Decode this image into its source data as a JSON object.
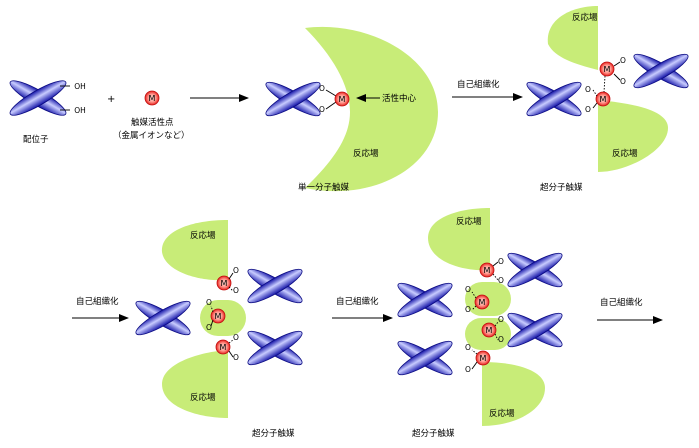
{
  "labels": {
    "oh": "OH",
    "o": "O",
    "m": "M",
    "plus": "+",
    "ligand": "配位子",
    "catalyst_line1": "触媒活性点",
    "catalyst_line2": "（金属イオンなど）",
    "active_center": "活性中心",
    "reaction_field": "反応場",
    "self_assembly": "自己組織化",
    "single_molecule_catalyst": "単一分子触媒",
    "supramolecular_catalyst": "超分子触媒"
  },
  "colors": {
    "ellipse_dark": "#1a1ab0",
    "ellipse_light": "#c8ccff",
    "metal_red": "#e8201c",
    "metal_pink": "#ffc8c0",
    "field_green": "#c8ec78",
    "line": "#000000"
  }
}
